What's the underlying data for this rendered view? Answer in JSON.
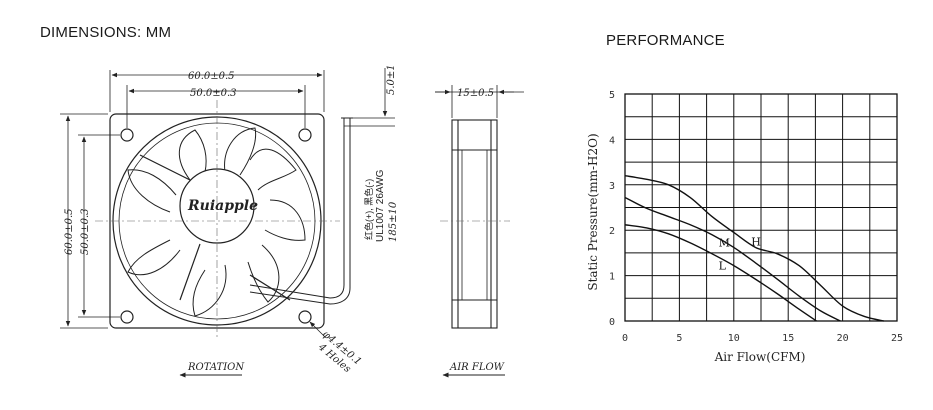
{
  "headings": {
    "dimensions": "DIMENSIONS: MM",
    "performance": "PERFORMANCE"
  },
  "drawing": {
    "dim_width_outer": "60.0±0.5",
    "dim_width_inner": "50.0±0.3",
    "dim_height_outer": "60.0±0.5",
    "dim_height_inner": "50.0±0.3",
    "dim_wire_strip": "5.0±1",
    "dim_depth": "15±0.5",
    "hub_logo": "Ruiapple",
    "wire_colors": "红色(+), 黑色(-)",
    "wire_spec": "UL1007 26AWG",
    "wire_length": "185±10",
    "hole_spec": "φ4.4±0.1",
    "hole_count": "4 Holes",
    "rotation_label": "ROTATION",
    "airflow_label": "AIR FLOW"
  },
  "chart_data": {
    "type": "line",
    "title": "",
    "xlabel": "Air Flow(CFM)",
    "ylabel": "Static Pressure(mm-H2O)",
    "xlim": [
      0,
      25
    ],
    "ylim": [
      0,
      5
    ],
    "xticks": [
      "0",
      "5",
      "10",
      "15",
      "20",
      "25"
    ],
    "yticks": [
      "0",
      "1",
      "2",
      "3",
      "4",
      "5"
    ],
    "grid": true,
    "series": [
      {
        "name": "H",
        "x": [
          0,
          2,
          4,
          6,
          8,
          10,
          12,
          14,
          16,
          18,
          20,
          22,
          23.8
        ],
        "y": [
          3.2,
          3.12,
          3.0,
          2.72,
          2.3,
          1.95,
          1.62,
          1.48,
          1.22,
          0.78,
          0.33,
          0.1,
          0
        ]
      },
      {
        "name": "M",
        "x": [
          0,
          2,
          4,
          6,
          8,
          10,
          12,
          14,
          16,
          18,
          19.8
        ],
        "y": [
          2.72,
          2.48,
          2.3,
          2.12,
          1.9,
          1.62,
          1.28,
          0.92,
          0.55,
          0.22,
          0
        ]
      },
      {
        "name": "L",
        "x": [
          0,
          2,
          4,
          6,
          8,
          10,
          12,
          14,
          16,
          17.6
        ],
        "y": [
          2.12,
          2.05,
          1.92,
          1.72,
          1.48,
          1.22,
          0.92,
          0.6,
          0.26,
          0
        ]
      }
    ],
    "curve_labels": [
      {
        "text": "H",
        "x": 11.6,
        "y": 1.75
      },
      {
        "text": "M",
        "x": 8.6,
        "y": 1.73
      },
      {
        "text": "L",
        "x": 8.6,
        "y": 1.22
      }
    ]
  }
}
